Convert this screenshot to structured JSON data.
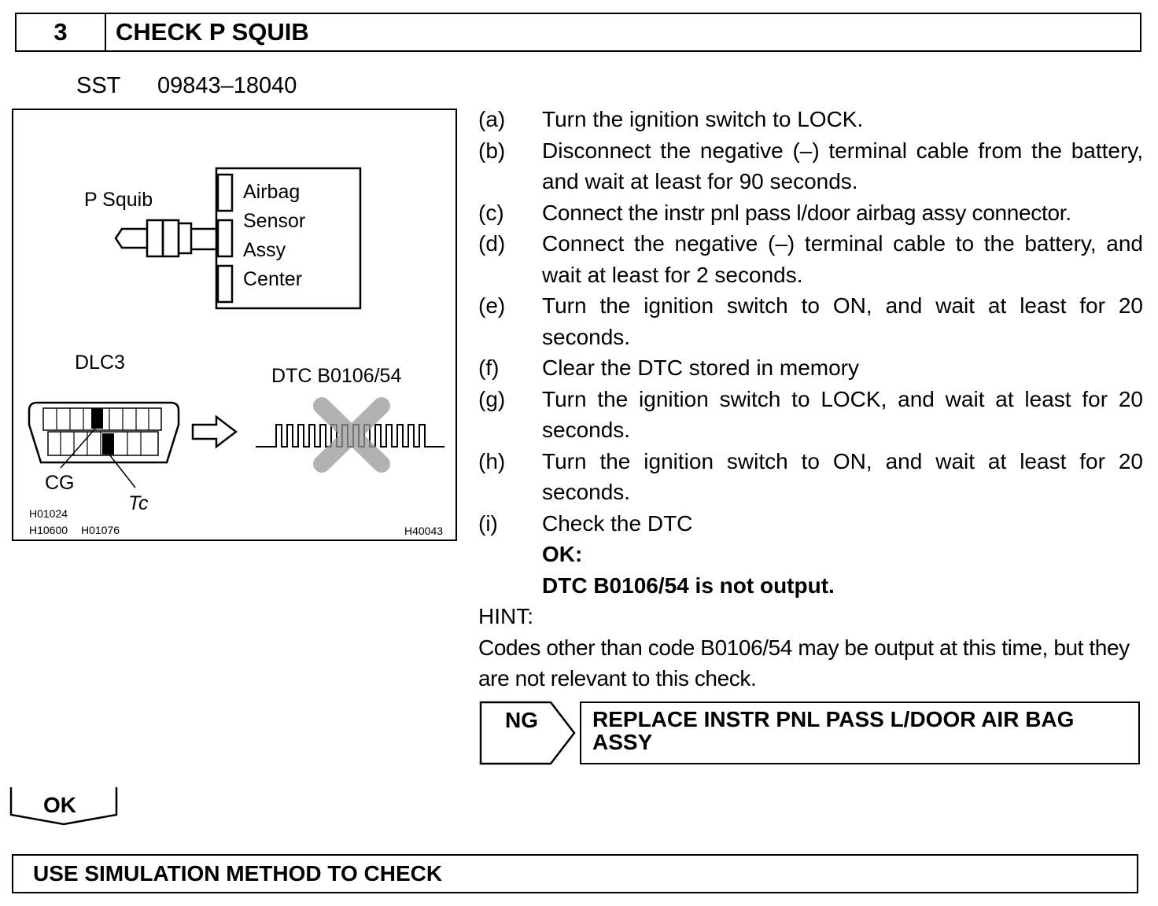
{
  "header": {
    "step_number": "3",
    "title": "CHECK P SQUIB"
  },
  "sst": {
    "label": "SST",
    "number": "09843–18040"
  },
  "figure": {
    "p_squib": "P Squib",
    "sensor_lines": [
      "Airbag",
      "Sensor",
      "Assy",
      "Center"
    ],
    "dlc3": "DLC3",
    "dtc": "DTC B0106/54",
    "cg": "CG",
    "tc": "Tc",
    "ref1": "H01024",
    "ref2": "H10600",
    "ref3": "H01076",
    "ref4": "H40043"
  },
  "steps": [
    {
      "letter": "(a)",
      "text": "Turn the ignition switch to LOCK."
    },
    {
      "letter": "(b)",
      "text": "Disconnect the negative (–) terminal cable from the battery, and wait at least for 90 seconds."
    },
    {
      "letter": "(c)",
      "text": "Connect the instr pnl pass l/door airbag assy connector."
    },
    {
      "letter": "(d)",
      "text": "Connect the negative (–) terminal cable to the battery, and wait at least for 2 seconds."
    },
    {
      "letter": "(e)",
      "text": "Turn the ignition switch to ON, and wait at least for 20 seconds."
    },
    {
      "letter": "(f)",
      "text": "Clear the DTC stored in memory"
    },
    {
      "letter": "(g)",
      "text": "Turn the ignition switch to LOCK, and wait at least for 20 seconds."
    },
    {
      "letter": "(h)",
      "text": "Turn the ignition switch to ON, and wait at least for 20 seconds."
    },
    {
      "letter": "(i)",
      "text": "Check the DTC"
    }
  ],
  "ok_label": "OK:",
  "ok_condition": "DTC B0106/54 is not output.",
  "hint": {
    "label": "HINT:",
    "text": "Codes other than code B0106/54 may be output at this time, but they are not relevant to this check."
  },
  "ng": {
    "label": "NG",
    "result": "REPLACE INSTR PNL PASS L/DOOR AIR BAG ASSY"
  },
  "ok_flow": "OK",
  "next_step": "USE SIMULATION METHOD TO CHECK"
}
